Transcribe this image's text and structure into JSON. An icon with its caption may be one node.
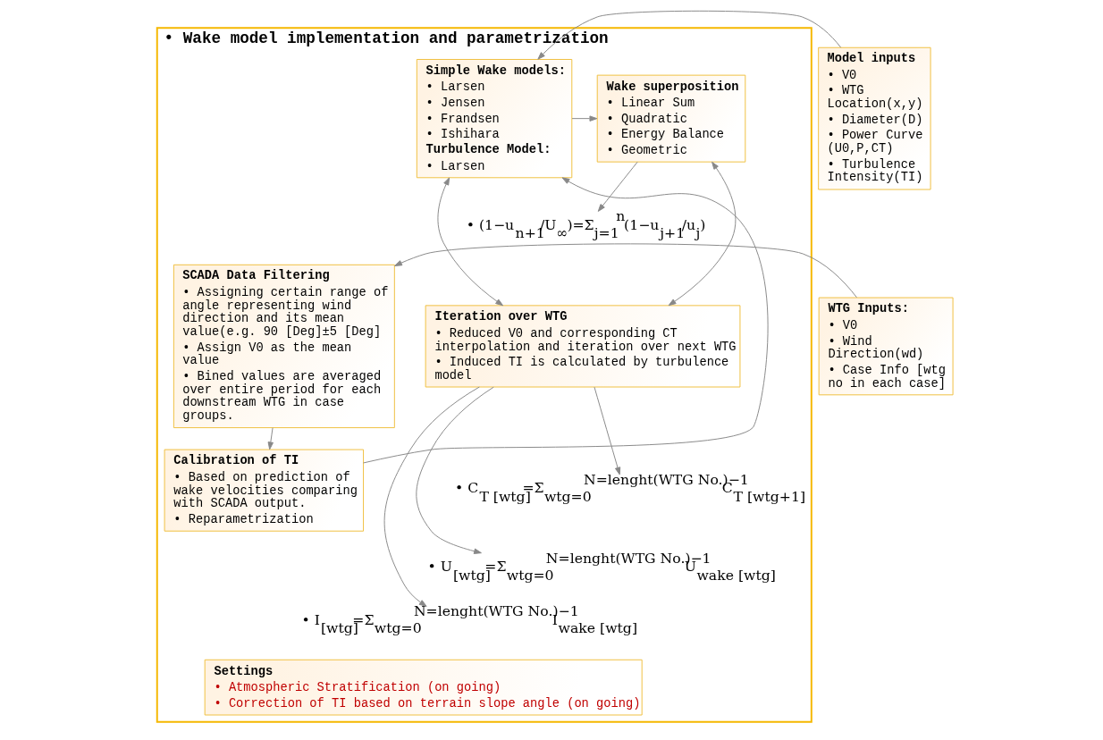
{
  "diagram": {
    "nodes": [
      {
        "text": [
          "• Wake model implementation and parametrization"
        ]
      },
      {
        "text": [
          "Model inputs",
          "• V0",
          "• WTG Location(x,y)",
          "• Diameter(D)",
          "• Power Curve (U0,P,CT)",
          "• Turbulence Intensity(TI)"
        ]
      },
      {
        "text": [
          "WTG Inputs:",
          "• V0",
          "• Wind Direction(wd)",
          "• Case Info [wtg no in each case]"
        ]
      },
      {
        "text": [
          "Simple Wake models:",
          "• Larsen",
          "• Jensen",
          "• Frandsen",
          "• Ishihara",
          "Turbulence Model:",
          "• Larsen"
        ],
        "in": 0
      },
      {
        "text": [
          "Wake superposition",
          "• Linear Sum",
          "• Quadratic",
          "• Energy Balance",
          "• Geometric"
        ],
        "in": 0
      },
      {
        "text": [
          "• (1−u$_{n+1}$/U$_{∞}$)=Σ$_{j=1}$$^{n}$(1−u$_{j+1}$/u$_{j}$)"
        ],
        "in": 0
      },
      {
        "text": [
          "SCADA Data Filtering",
          "• Assigning certain range of angle representing wind direction and its mean value(e.g. 90 [Deg]±5 [Deg]",
          "• Assign V0 as the mean value",
          "• Bined values are averaged over entire period for each downstream WTG in case groups."
        ],
        "in": 0
      },
      {
        "text": [
          "Iteration over WTG",
          "• Reduced V0 and corresponding CT interpolation and iteration over next WTG",
          "• Induced TI is calculated by turbulence model"
        ],
        "in": 0
      },
      {
        "text": [
          "Calibration of TI",
          "• Based on prediction of wake velocities comparing with SCADA output.",
          "• Reparametrization"
        ],
        "in": 0
      },
      {
        "text": [
          "• C$_{T [wtg]}$=Σ$_{wtg=0}$$^{N=lenght(WTG No.)−1}$C$_{T [wtg+1]}$"
        ],
        "in": 0
      },
      {
        "text": [
          "• U$_{[wtg]}$=Σ$_{wtg=0}$$^{N=lenght(WTG No.)−1}$U$_{wake [wtg]}$"
        ],
        "in": 0
      },
      {
        "text": [
          "• I$_{[wtg]}$=Σ$_{wtg=0}$$^{N=lenght(WTG No.)−1}$I$_{wake [wtg]}$"
        ],
        "in": 0
      },
      {
        "text": [
          "Settings",
          "• Atmospheric Stratification (on going)",
          "• Correction of TI based on terrain slope angle (on going)"
        ],
        "in": 0
      }
    ],
    "edges": [
      {
        "from": 1,
        "to": 3,
        "arrow": "to"
      },
      {
        "from": 3,
        "to": 4,
        "arrow": "to"
      },
      {
        "from": 4,
        "to": 7,
        "arrow": "both"
      },
      {
        "from": 3,
        "to": 7,
        "arrow": "both"
      },
      {
        "from": 2,
        "to": 6,
        "arrow": "to"
      },
      {
        "from": 6,
        "to": 8,
        "arrow": "to"
      },
      {
        "from": 8,
        "to": 3,
        "arrow": "to"
      },
      {
        "from": 4,
        "to": 5,
        "arrow": "to"
      },
      {
        "from": 7,
        "to": 9,
        "arrow": "to"
      },
      {
        "from": 7,
        "to": 10,
        "arrow": "to"
      },
      {
        "from": 7,
        "to": 11,
        "arrow": "to"
      }
    ]
  }
}
